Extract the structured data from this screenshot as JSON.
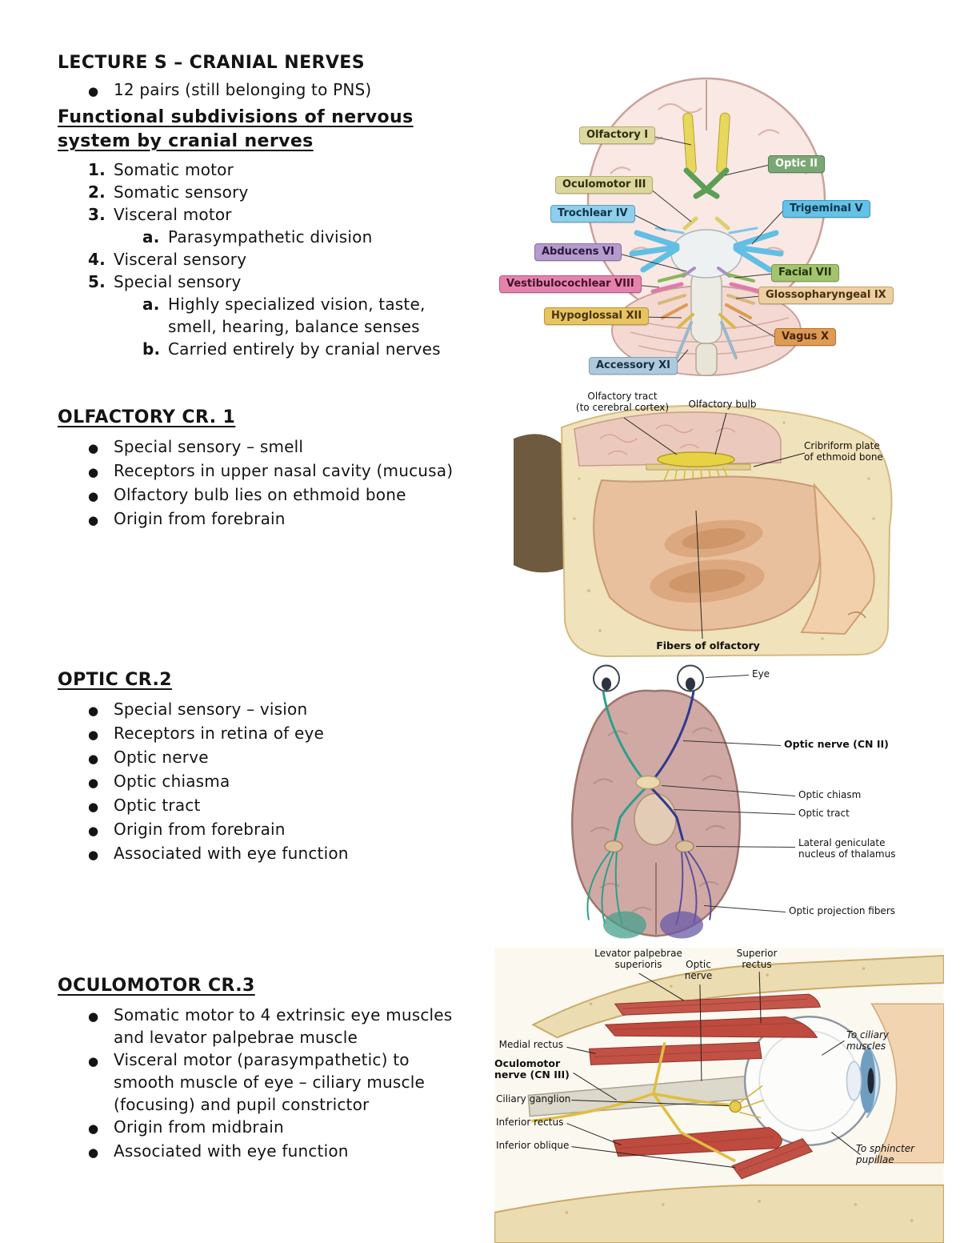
{
  "lecture": {
    "title": "LECTURE S – CRANIAL NERVES",
    "intro_bullet": "12 pairs (still belonging to PNS)",
    "subheading": "Functional subdivisions of nervous\nsystem by cranial nerves",
    "list": [
      {
        "marker": "1.",
        "text": "Somatic motor"
      },
      {
        "marker": "2.",
        "text": "Somatic sensory"
      },
      {
        "marker": "3.",
        "text": "Visceral motor"
      },
      {
        "marker": "a.",
        "text": "Parasympathetic division"
      },
      {
        "marker": "4.",
        "text": "Visceral sensory"
      },
      {
        "marker": "5.",
        "text": "Special sensory"
      },
      {
        "marker": "a.",
        "text": "Highly specialized vision, taste, smell, hearing, balance senses"
      },
      {
        "marker": "b.",
        "text": "Carried entirely by cranial nerves"
      }
    ]
  },
  "olfactory": {
    "heading": "OLFACTORY CR. 1",
    "bullets": [
      "Special sensory – smell",
      "Receptors in upper nasal cavity (mucusa)",
      "Olfactory bulb lies on ethmoid bone",
      "Origin from forebrain"
    ]
  },
  "optic": {
    "heading": "OPTIC CR.2",
    "bullets": [
      "Special sensory – vision",
      "Receptors in retina of eye",
      "Optic nerve",
      "Optic chiasma",
      "Optic tract",
      "Origin from forebrain",
      "Associated with eye function"
    ]
  },
  "oculomotor": {
    "heading": "OCULOMOTOR CR.3",
    "bullets": [
      "Somatic motor to 4 extrinsic eye muscles and levator palpebrae muscle",
      "Visceral motor (parasympathetic) to smooth muscle of eye – ciliary muscle (focusing) and pupil constrictor",
      "Origin from midbrain",
      "Associated with eye function"
    ]
  },
  "diagram_cranial_nerves": {
    "labels": [
      {
        "text": "Olfactory I",
        "bg": "#ded9a0",
        "fg": "#2f2d12",
        "border": "#b5ae6d"
      },
      {
        "text": "Optic II",
        "bg": "#7aa874",
        "fg": "#ffffff",
        "border": "#597f54"
      },
      {
        "text": "Oculomotor III",
        "bg": "#dcd79c",
        "fg": "#2f2d12",
        "border": "#b5ae6d"
      },
      {
        "text": "Trochlear IV",
        "bg": "#8ecfeb",
        "fg": "#0e3346",
        "border": "#5ba3c4"
      },
      {
        "text": "Trigeminal V",
        "bg": "#64c2e8",
        "fg": "#0e3346",
        "border": "#3e96ba"
      },
      {
        "text": "Abducens VI",
        "bg": "#b49bcc",
        "fg": "#2a1840",
        "border": "#8a6fa6"
      },
      {
        "text": "Facial VII",
        "bg": "#a3c46e",
        "fg": "#23320c",
        "border": "#7b9a46"
      },
      {
        "text": "Vestibulocochlear VIII",
        "bg": "#e583ad",
        "fg": "#43112a",
        "border": "#bc5784"
      },
      {
        "text": "Glossopharyngeal IX",
        "bg": "#eccfa2",
        "fg": "#4a320e",
        "border": "#c3a269"
      },
      {
        "text": "Hypoglossal XII",
        "bg": "#e7c45f",
        "fg": "#4a320e",
        "border": "#bb9733"
      },
      {
        "text": "Vagus X",
        "bg": "#de9b55",
        "fg": "#45250a",
        "border": "#b2712f"
      },
      {
        "text": "Accessory XI",
        "bg": "#aec9dc",
        "fg": "#16303f",
        "border": "#7fa3bb"
      }
    ]
  },
  "diagram_olfactory": {
    "labels": {
      "tract": "Olfactory tract\n(to cerebral cortex)",
      "bulb": "Olfactory bulb",
      "plate": "Cribriform plate\nof ethmoid bone",
      "fibers": "Fibers of olfactory"
    }
  },
  "diagram_optic_pathway": {
    "labels": {
      "eye": "Eye",
      "nerve": "Optic nerve (CN II)",
      "chiasm": "Optic chiasm",
      "tract": "Optic tract",
      "lgn": "Lateral geniculate\nnucleus of thalamus",
      "fibers": "Optic projection fibers"
    }
  },
  "diagram_eye_muscles": {
    "labels": {
      "levator": "Levator palpebrae\nsuperioris",
      "optic": "Optic\nnerve",
      "superior_rectus": "Superior\nrectus",
      "ciliary_muscles": "To ciliary\nmuscles",
      "medial_rectus": "Medial rectus",
      "oculomotor": "Oculomotor\nnerve (CN III)",
      "ciliary_ganglion": "Ciliary ganglion",
      "inferior_rectus": "Inferior rectus",
      "inferior_oblique": "Inferior oblique",
      "sphincter": "To sphincter\npupillae"
    }
  }
}
